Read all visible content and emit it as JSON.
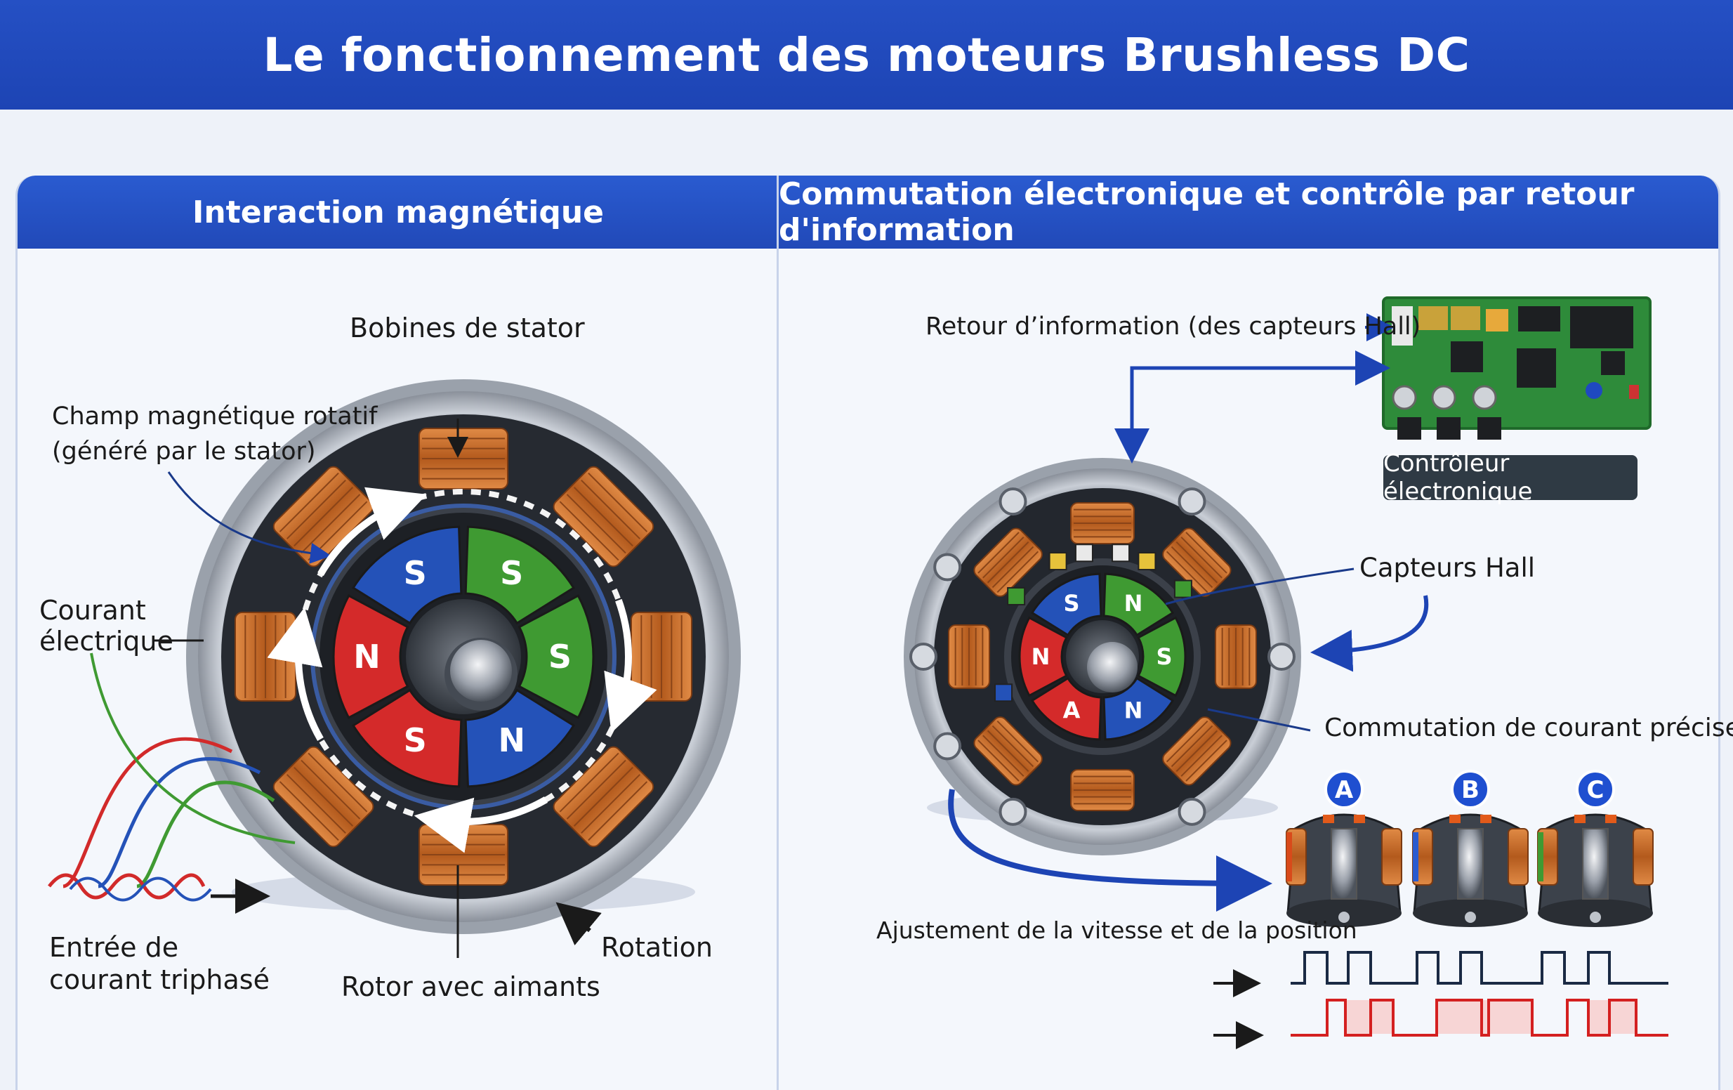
{
  "title": "Le fonctionnement des moteurs Brushless DC",
  "left_panel": {
    "heading": "Interaction magnétique",
    "labels": {
      "stator_coils": "Bobines de stator",
      "rotating_field_line1": "Champ magnétique rotatif",
      "rotating_field_line2": "(généré par le stator)",
      "current_line1": "Courant",
      "current_line2": "électrique",
      "input_line1": "Entrée de",
      "input_line2": "courant triphasé",
      "rotor": "Rotor avec aimants",
      "rotation": "Rotation"
    },
    "poles": [
      "S",
      "N",
      "S",
      "S",
      "S",
      "N"
    ]
  },
  "right_panel": {
    "heading": "Commutation électronique et contrôle par retour d'information",
    "labels": {
      "feedback": "Retour d’information (des capteurs Hall)",
      "controller": "Contrôleur électronique",
      "hall_sensors": "Capteurs Hall",
      "commutation": "Commutation de courant précise",
      "adjustment": "Ajustement de la vitesse et de la position"
    },
    "poles": [
      "A",
      "N",
      "S",
      "N",
      "S",
      "N"
    ],
    "phases": [
      "A",
      "B",
      "C"
    ]
  },
  "colors": {
    "banner": "#1d44b4",
    "copper": "#c8692a",
    "pole_red": "#d42a2a",
    "pole_blue": "#2452b8",
    "pole_green": "#3f9a32",
    "pcb": "#2e8b3a",
    "signal_red": "#d42020",
    "phase_a": "#d84a1a",
    "phase_b": "#2a5bd0",
    "phase_c": "#3f9a32"
  }
}
